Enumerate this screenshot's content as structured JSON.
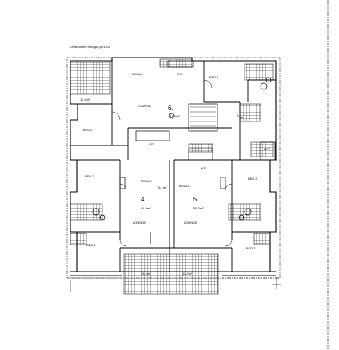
{
  "header": {
    "address": "Ortive Street, Yeronga, Qld 4104"
  },
  "units": [
    {
      "number": "6.",
      "area": "53.8m²"
    },
    {
      "number": "4.",
      "area": "61.9m²"
    },
    {
      "number": "5.",
      "area": "55.3m²"
    }
  ],
  "rooms": {
    "meals_top": "MEALS",
    "kit_top": "KIT.",
    "bed1_top": "BED 1",
    "lounge_top": "LOUNGE",
    "bed2_top": "BED 2",
    "kit_mid": "KIT.",
    "lift": "LIFT",
    "bed2_left": "BED 2",
    "meals_left": "MEALS",
    "lounge_left": "LOUNGE",
    "kit_right": "KIT.",
    "meals_right": "MEALS",
    "lounge_right": "LOUNGE",
    "bed2_right": "BED 2",
    "bed1_left": "BED 1",
    "bed1_right": "BED 1"
  },
  "small_areas": {
    "balcony_top": "11.1m²",
    "meals_left_area": "15.1m²",
    "balcony_left": "16.4m²",
    "balcony_right": "10.2m²"
  },
  "colors": {
    "line": "#000000",
    "background": "#ffffff"
  }
}
